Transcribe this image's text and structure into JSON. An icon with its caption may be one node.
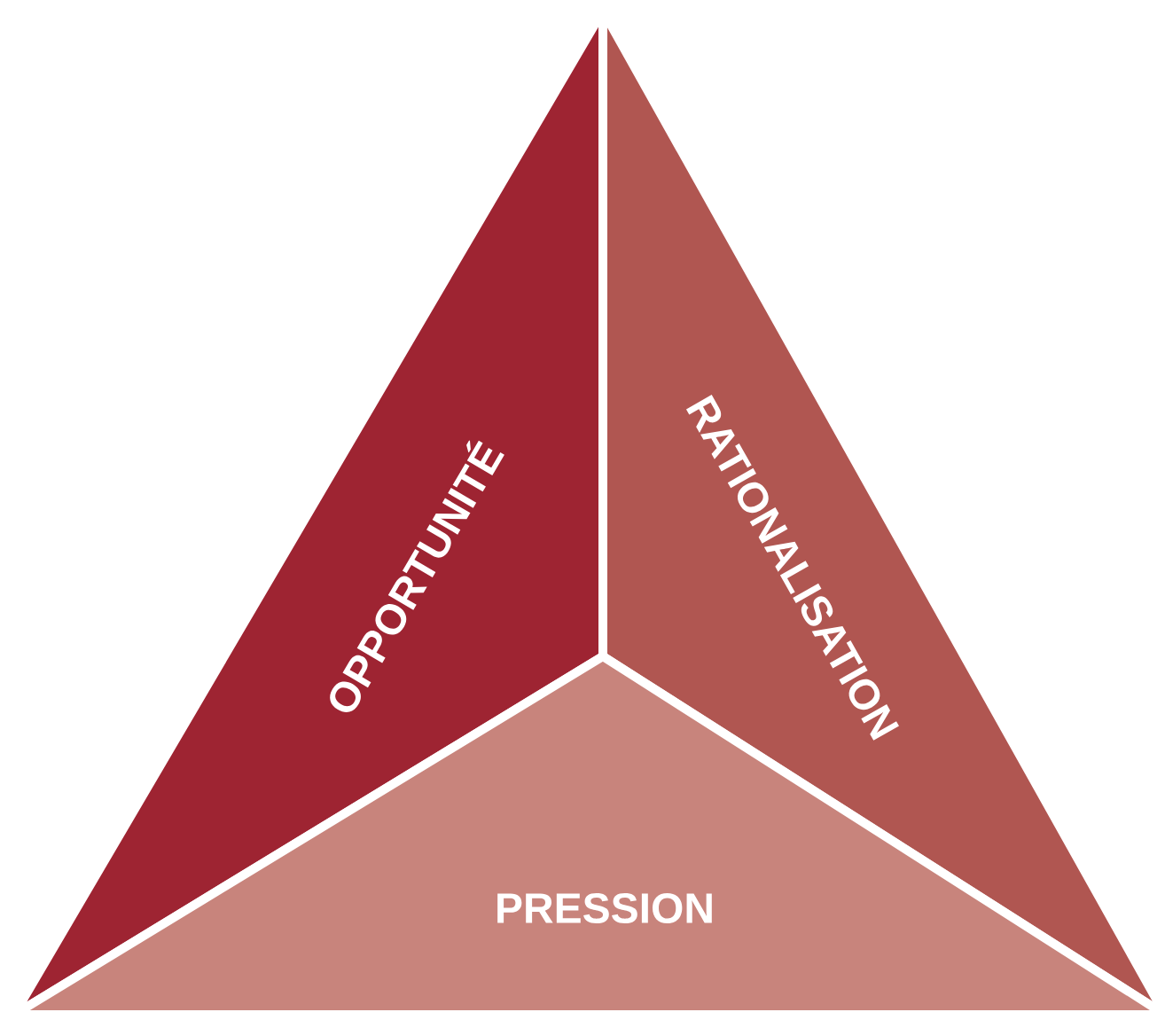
{
  "diagram": {
    "nodes": [
      {
        "text": [
          "OPPORTUNITÉ"
        ]
      },
      {
        "text": [
          "RATIONALISATION"
        ]
      },
      {
        "text": [
          "PRESSION"
        ]
      }
    ]
  }
}
